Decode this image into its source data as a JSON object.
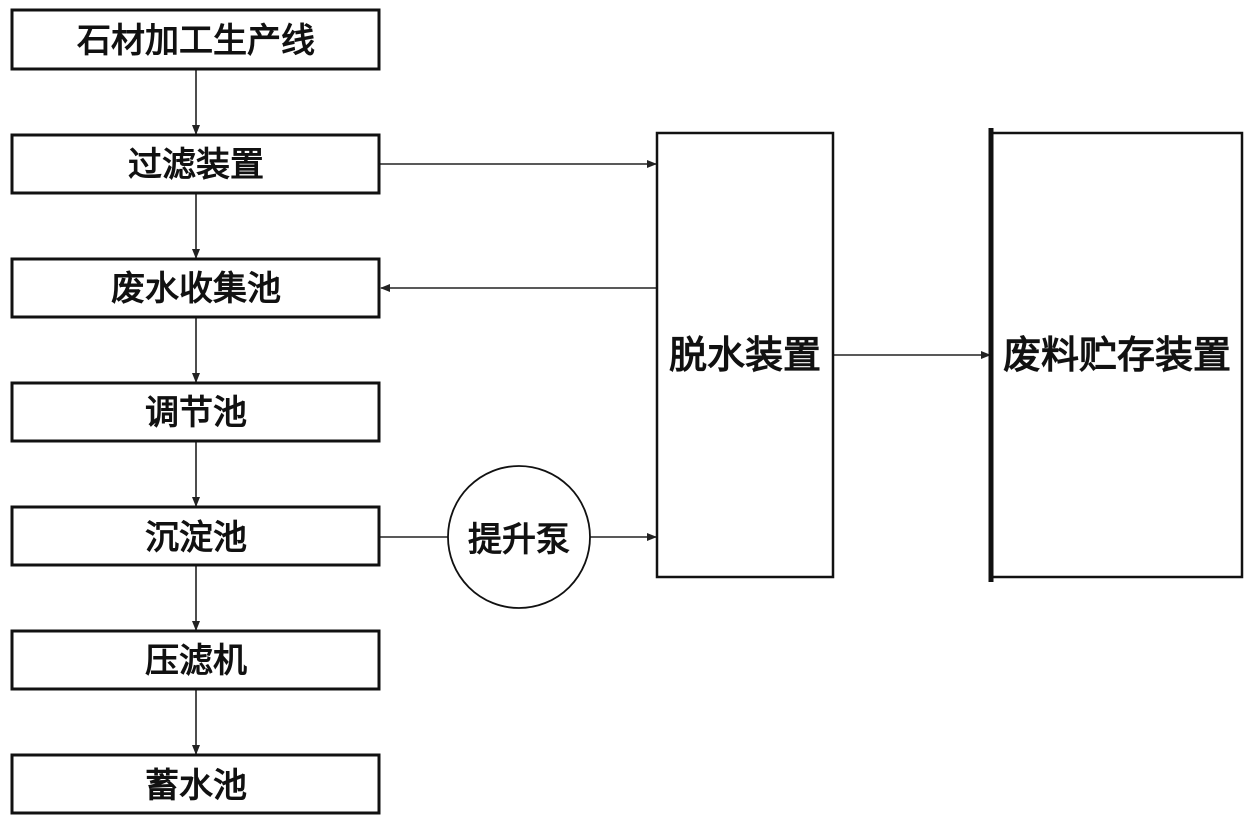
{
  "diagram": {
    "nodes": {
      "stone_line": "石材加工生产线",
      "filter": "过滤装置",
      "wastewater_pool": "废水收集池",
      "adjust_pool": "调节池",
      "settling_pool": "沉淀池",
      "filter_press": "压滤机",
      "storage_pool": "蓄水池",
      "lift_pump": "提升泵",
      "dewater": "脱水装置",
      "waste_storage": "废料贮存装置"
    },
    "edges": [
      {
        "from": "stone_line",
        "to": "filter"
      },
      {
        "from": "filter",
        "to": "wastewater_pool"
      },
      {
        "from": "wastewater_pool",
        "to": "adjust_pool"
      },
      {
        "from": "adjust_pool",
        "to": "settling_pool"
      },
      {
        "from": "settling_pool",
        "to": "filter_press"
      },
      {
        "from": "filter_press",
        "to": "storage_pool"
      },
      {
        "from": "filter",
        "to": "dewater"
      },
      {
        "from": "dewater",
        "to": "wastewater_pool"
      },
      {
        "from": "settling_pool",
        "to": "lift_pump"
      },
      {
        "from": "lift_pump",
        "to": "dewater"
      },
      {
        "from": "dewater",
        "to": "waste_storage"
      }
    ]
  }
}
